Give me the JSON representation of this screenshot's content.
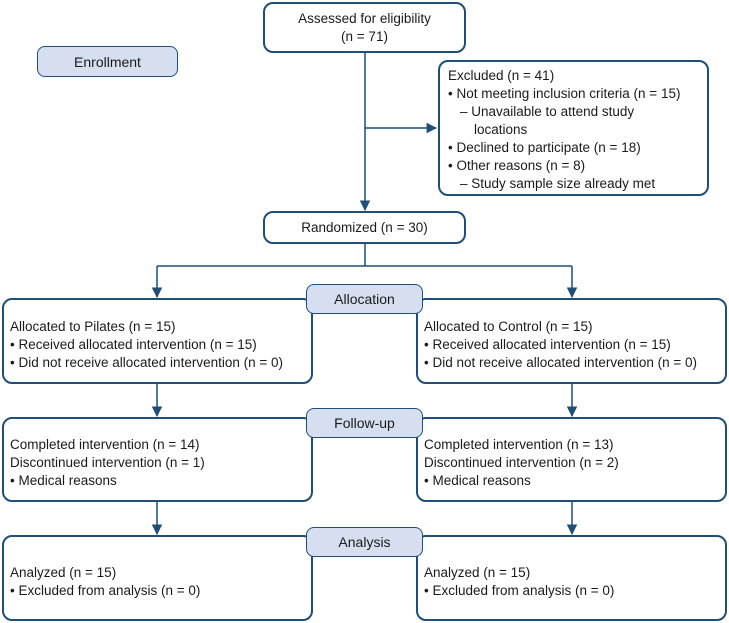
{
  "labels": {
    "enrollment": "Enrollment",
    "allocation": "Allocation",
    "follow_up": "Follow-up",
    "analysis": "Analysis"
  },
  "eligibility": {
    "line1": "Assessed for eligibility",
    "line2": "(n = 71)"
  },
  "excluded": {
    "title": "Excluded (n = 41)",
    "item1": "• Not meeting inclusion criteria (n = 15)",
    "item1_sub_a": "–  Unavailable to attend study",
    "item1_sub_b": "locations",
    "item2": "• Declined to participate (n = 18)",
    "item3": "• Other reasons (n = 8)",
    "item3_sub": "– Study sample size already met"
  },
  "randomized": "Randomized (n = 30)",
  "pilates": {
    "allocation": [
      "Allocated to Pilates (n = 15)",
      "• Received allocated intervention (n = 15)",
      "• Did not receive allocated intervention (n = 0)"
    ],
    "followup": [
      "Completed intervention (n = 14)",
      "Discontinued intervention (n = 1)",
      "• Medical reasons"
    ],
    "analysis": [
      "Analyzed (n = 15)",
      "• Excluded from analysis (n = 0)"
    ]
  },
  "control": {
    "allocation": [
      "Allocated to Control (n = 15)",
      "• Received allocated intervention (n = 15)",
      "• Did not receive allocated intervention (n = 0)"
    ],
    "followup": [
      "Completed intervention (n = 13)",
      "Discontinued intervention (n = 2)",
      "• Medical reasons"
    ],
    "analysis": [
      "Analyzed (n = 15)",
      "• Excluded from analysis (n = 0)"
    ]
  },
  "colors": {
    "border": "#1f4e79",
    "label_fill": "#d5dff0"
  }
}
